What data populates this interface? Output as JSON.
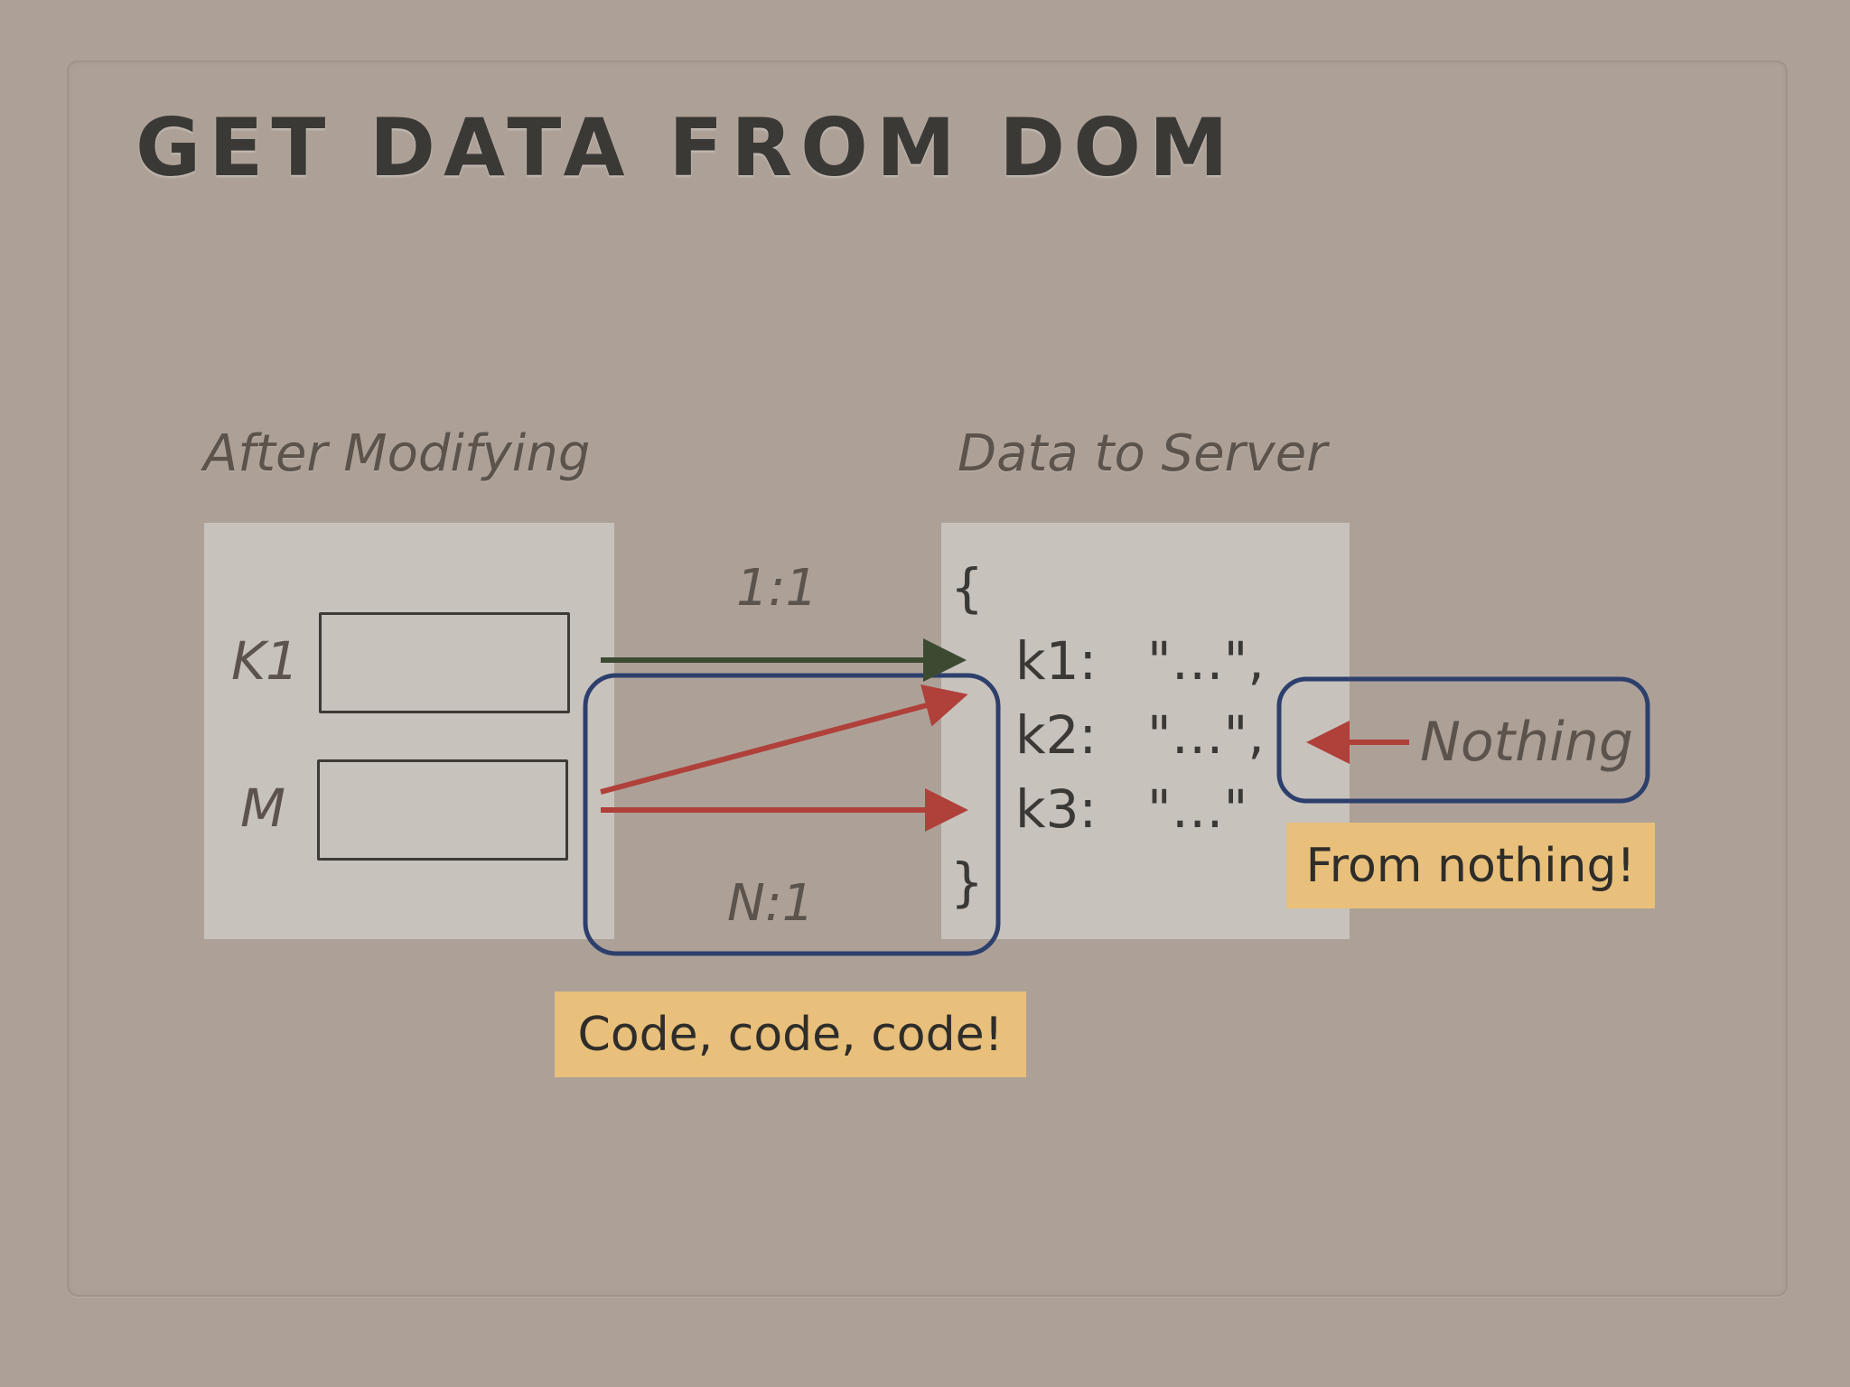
{
  "slide": {
    "title": "GET DATA FROM DOM"
  },
  "left_panel": {
    "heading": "After Modifying",
    "fields": [
      {
        "label": "K1"
      },
      {
        "label": "M"
      }
    ]
  },
  "right_panel": {
    "heading": "Data to Server",
    "open_brace": "{",
    "close_brace": "}",
    "lines": [
      {
        "key": "k1:",
        "value": "\"…\","
      },
      {
        "key": "k2:",
        "value": "\"…\","
      },
      {
        "key": "k3:",
        "value": "\"…\""
      }
    ]
  },
  "mapping": {
    "one_to_one": "1:1",
    "n_to_one": "N:1",
    "nothing": "Nothing"
  },
  "notes": {
    "code": "Code, code, code!",
    "from_nothing": "From nothing!"
  },
  "colors": {
    "green_arrow": "#3d4a32",
    "red_arrow": "#b0403a",
    "blue_outline": "#2d3f6c",
    "note_bg": "#e8c07c",
    "panel_bg": "#c8c2bc",
    "slide_bg": "#ada197"
  }
}
